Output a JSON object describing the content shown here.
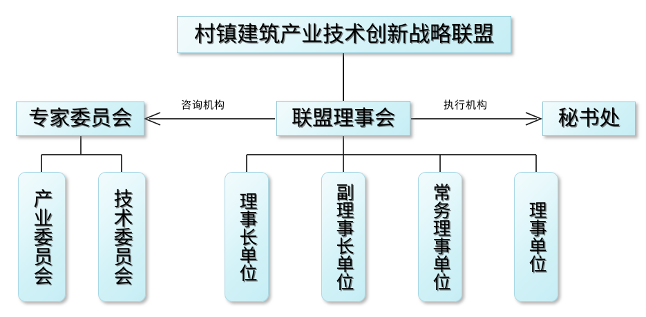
{
  "diagram": {
    "title_node": {
      "id": "alliance-title",
      "label": "村镇建筑产业技术创新战略联盟"
    },
    "mid_nodes": [
      {
        "id": "expert-committee",
        "label": "专家委员会"
      },
      {
        "id": "alliance-council",
        "label": "联盟理事会"
      },
      {
        "id": "secretariat",
        "label": "秘书处"
      }
    ],
    "edge_labels": [
      {
        "id": "consulting-body",
        "label": "咨询机构"
      },
      {
        "id": "executive-body",
        "label": "执行机构"
      }
    ],
    "committee_nodes": [
      {
        "id": "industry-committee",
        "label": "产业委员会"
      },
      {
        "id": "technology-committee",
        "label": "技术委员会"
      }
    ],
    "member_nodes": [
      {
        "id": "chairman-unit",
        "label": "理事长单位"
      },
      {
        "id": "vice-chairman-unit",
        "label": "副理事长单位"
      },
      {
        "id": "executive-director-unit",
        "label": "常务理事单位"
      },
      {
        "id": "director-unit",
        "label": "理事单位"
      }
    ],
    "colors": {
      "node_fill_light": "#f2fbfd",
      "node_fill_deep": "#c7eef5",
      "node_border": "#9fd3e0",
      "line": "#1a1a1a",
      "text": "#000000",
      "background": "#ffffff"
    }
  }
}
